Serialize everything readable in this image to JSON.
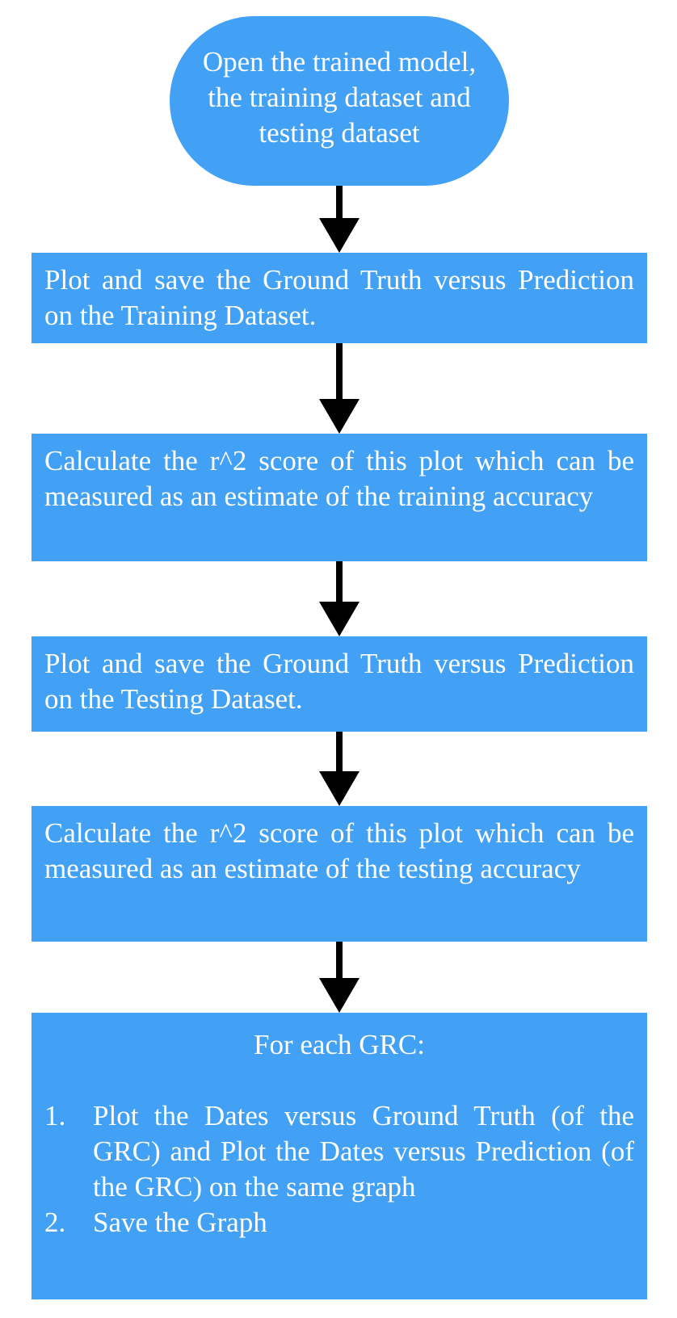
{
  "nodes": {
    "start": "Open the trained model, the training dataset and testing dataset",
    "step1": "Plot and save the Ground Truth versus Prediction on the Training Dataset.",
    "step2": "Calculate the r^2 score of this plot which can be measured as an estimate of the training accuracy",
    "step3": "Plot and save the Ground Truth versus Prediction on the Testing Dataset.",
    "step4": "Calculate the r^2 score of this plot which can be measured as an estimate of the testing accuracy",
    "step5": {
      "heading": "For each GRC:",
      "items": [
        {
          "num": "1.",
          "text": "Plot the Dates versus Ground Truth (of the GRC) and Plot the Dates versus Prediction (of the GRC) on the same graph"
        },
        {
          "num": "2.",
          "text": "Save the Graph"
        }
      ]
    }
  },
  "colors": {
    "node_fill": "#42a1f5",
    "node_text": "#ffffff",
    "arrow": "#000000"
  }
}
